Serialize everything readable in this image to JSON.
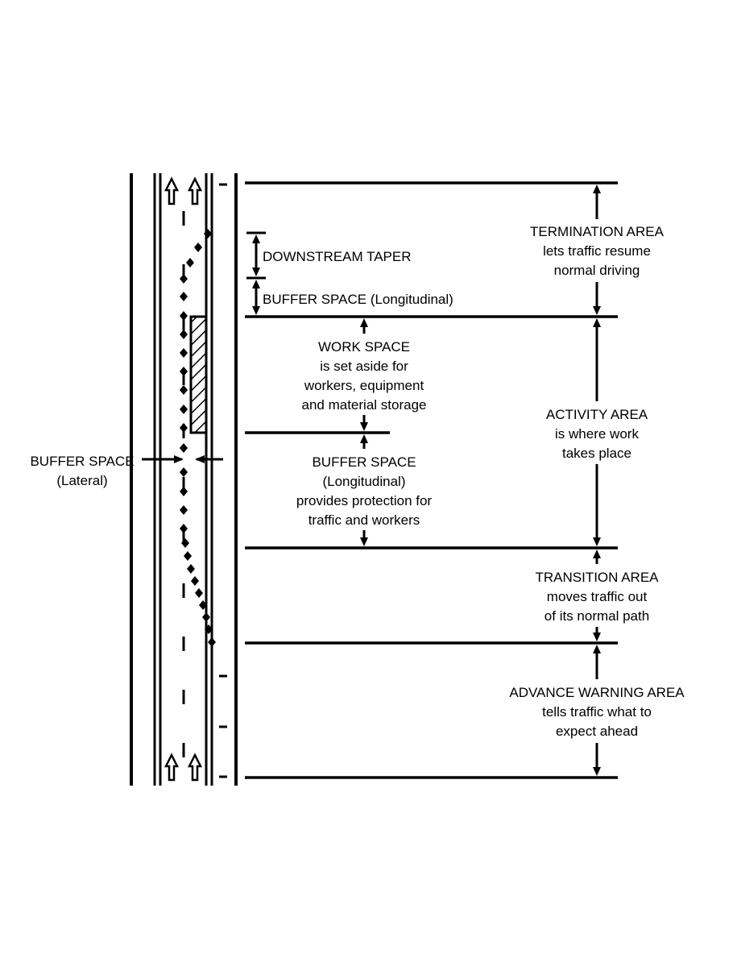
{
  "colors": {
    "ink": "#000000",
    "background": "#ffffff"
  },
  "labels": {
    "termination": {
      "title": "TERMINATION AREA",
      "line1": "lets traffic resume",
      "line2": "normal driving"
    },
    "downstream_taper": "DOWNSTREAM TAPER",
    "buffer_longitudinal_top": "BUFFER SPACE (Longitudinal)",
    "work_space": {
      "title": "WORK SPACE",
      "line1": "is set aside for",
      "line2": "workers, equipment",
      "line3": "and material storage"
    },
    "activity": {
      "title": "ACTIVITY AREA",
      "line1": "is where work",
      "line2": "takes place"
    },
    "buffer_lateral": {
      "title": "BUFFER SPACE",
      "line1": "(Lateral)"
    },
    "buffer_longitudinal": {
      "title": "BUFFER SPACE",
      "line1": "(Longitudinal)",
      "line2": "provides protection for",
      "line3": "traffic and workers"
    },
    "transition": {
      "title": "TRANSITION AREA",
      "line1": "moves traffic out",
      "line2": "of its normal path"
    },
    "advance_warning": {
      "title": "ADVANCE WARNING AREA",
      "line1": "tells traffic what to",
      "line2": "expect ahead"
    }
  },
  "icons": {
    "traffic_arrow": "upward-hollow-arrow-icon",
    "channelizer": "diamond-channelizer-icon",
    "work_area": "hatched-work-area-icon"
  }
}
